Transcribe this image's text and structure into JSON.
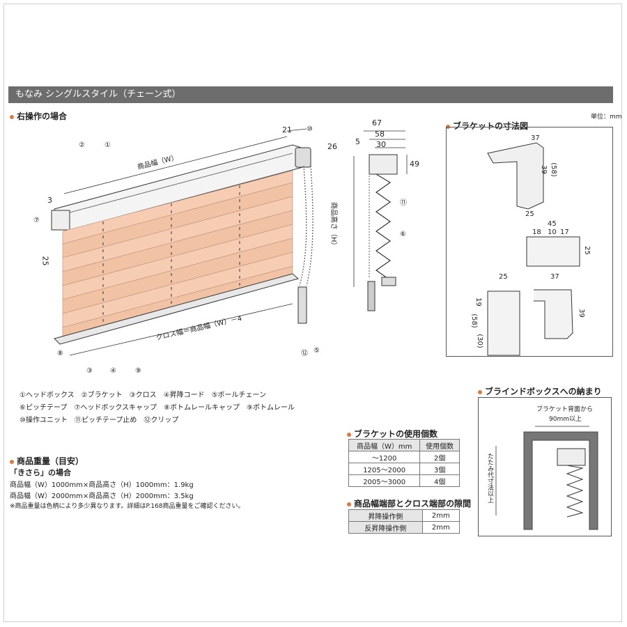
{
  "title": "もなみ シングルスタイル（チェーン式）",
  "unit_note": "単位：mm",
  "sections": {
    "right_operation": "右操作の場合",
    "bracket_dims": "ブラケットの寸法図",
    "blind_box": "ブラインドボックスへの納まり",
    "bracket_count": "ブラケットの使用個数",
    "gap": "商品幅端部とクロス端部の隙間",
    "weight": "商品重量（目安）"
  },
  "main_diagram": {
    "width_label": "商品幅（W）",
    "cloth_label": "クロス幅＝商品幅（W）－4",
    "height_label": "商品高さ（H）",
    "dims": {
      "d21": "21",
      "d26": "26",
      "d3": "3",
      "d25": "25",
      "d67": "67",
      "d58": "58",
      "d30": "30",
      "d5": "5",
      "d49": "49"
    },
    "callouts": [
      "①",
      "②",
      "③",
      "④",
      "⑤",
      "⑥",
      "⑦",
      "⑧",
      "⑨",
      "⑩",
      "⑪",
      "⑫"
    ]
  },
  "bracket_diagram": {
    "d37": "37",
    "d39": "39",
    "d58": "(58)",
    "d25": "25",
    "d45": "45",
    "d18": "18",
    "d10": "10",
    "d17": "17",
    "d25b": "25",
    "d25c": "25",
    "d37b": "37",
    "d19": "19",
    "d58b": "(58)",
    "d30": "(30)",
    "d39b": "39"
  },
  "legend": [
    [
      "①ヘッドボックス",
      "②ブラケット",
      "③クロス",
      "④昇降コード",
      "⑤ボールチェーン"
    ],
    [
      "⑥ピッチテープ",
      "⑦ヘッドボックスキャップ",
      "⑧ボトムレールキャップ",
      "⑨ボトムレール"
    ],
    [
      "⑩操作ユニット",
      "⑪ピッチテープ止め",
      "⑫クリップ"
    ]
  ],
  "weight": {
    "subtitle": "「きさら」の場合",
    "line1": "商品幅（W）1000mm×商品高さ（H）1000mm：1.9kg",
    "line2": "商品幅（W）2000mm×商品高さ（H）2000mm：3.5kg",
    "note": "※商品重量は色柄により多少異なります。詳細はP.168商品重量をご確認ください。"
  },
  "bracket_table": {
    "headers": [
      "商品幅（W）mm",
      "使用個数"
    ],
    "rows": [
      [
        "～1200",
        "2個"
      ],
      [
        "1205～2000",
        "3個"
      ],
      [
        "2005～3000",
        "4個"
      ]
    ]
  },
  "gap_table": {
    "rows": [
      [
        "昇降操作側",
        "2mm"
      ],
      [
        "反昇降操作側",
        "2mm"
      ]
    ]
  },
  "blind_box": {
    "bracket_back_line1": "ブラケット背面から",
    "bracket_back_line2": "90mm以上",
    "fold_label": "たたみ代寸法以上"
  },
  "colors": {
    "cloth": "#f6cdb3",
    "title_bg": "#6d6d6d",
    "bullet": "#e07a3c",
    "frame": "#7a7a7a"
  }
}
